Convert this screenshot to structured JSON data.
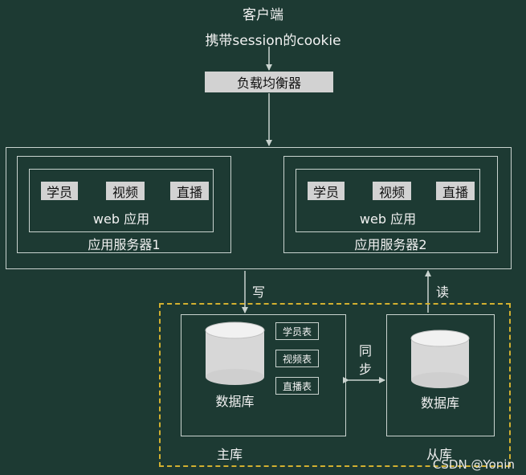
{
  "client": {
    "title": "客户端",
    "subtitle": "携带session的cookie"
  },
  "load_balancer": "负载均衡器",
  "servers": [
    {
      "modules": [
        "学员",
        "视频",
        "直播"
      ],
      "app_label": "web 应用",
      "server_label": "应用服务器1"
    },
    {
      "modules": [
        "学员",
        "视频",
        "直播"
      ],
      "app_label": "web 应用",
      "server_label": "应用服务器2"
    }
  ],
  "edges": {
    "write": "写",
    "read": "读",
    "sync_line1": "同",
    "sync_line2": "步"
  },
  "database": {
    "master": {
      "db_label": "数据库",
      "tables": [
        "学员表",
        "视频表",
        "直播表"
      ],
      "section_label": "主库"
    },
    "slave": {
      "db_label": "数据库",
      "section_label": "从库"
    }
  },
  "watermark": "CSDN @Yonin",
  "colors": {
    "background": "#1d3a33",
    "line": "#c9d3cf",
    "label_box": "#d2d2d2",
    "dashed_border": "#d2b030"
  }
}
